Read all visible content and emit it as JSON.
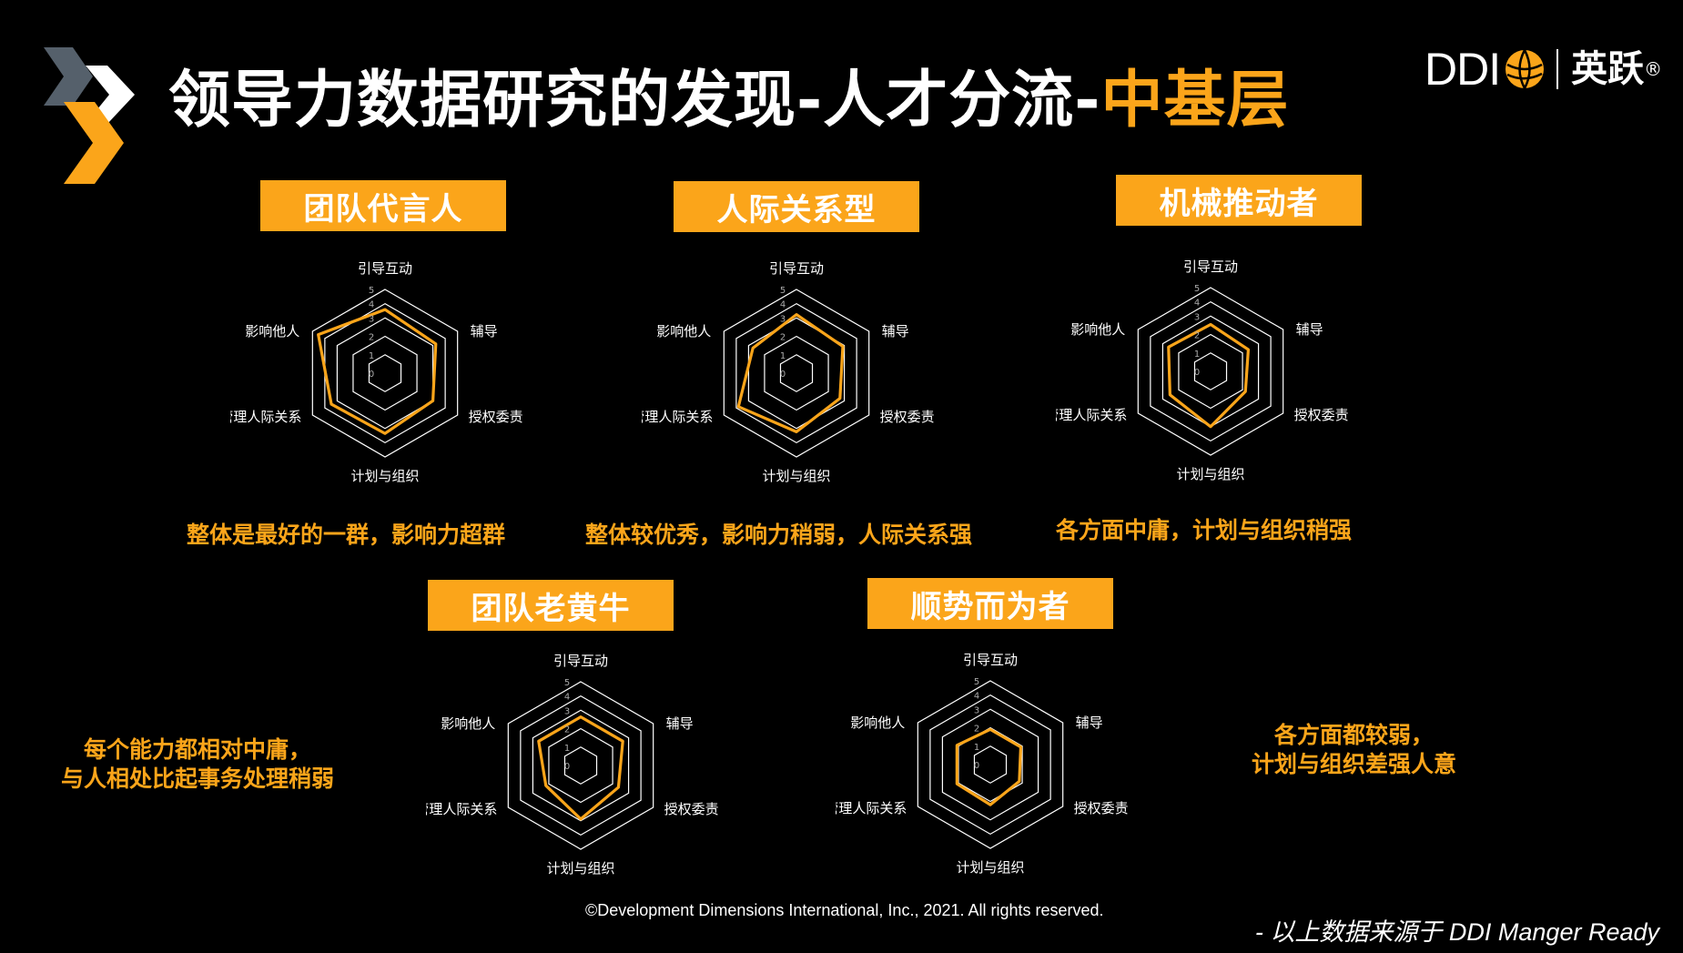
{
  "header": {
    "title": "领导力数据研究的发现-人才分流-",
    "title_highlight": "中基层",
    "brand_name": "DDI",
    "brand_cn": "英跃",
    "brand_reg": "®"
  },
  "colors": {
    "accent": "#FBA51A",
    "background": "#000000",
    "text": "#FFFFFF",
    "arrow_gray": "#55606B"
  },
  "icons": [
    "chevron-arrows-logo",
    "globe-icon"
  ],
  "profiles": [
    {
      "label": "团队代言人",
      "description": [
        "整体是最好的一群，影响力超群"
      ]
    },
    {
      "label": "人际关系型",
      "description": [
        "整体较优秀，影响力稍弱，人际关系强"
      ]
    },
    {
      "label": "机械推动者",
      "description": [
        "各方面中庸，计划与组织稍强"
      ]
    },
    {
      "label": "团队老黄牛",
      "description": [
        "每个能力都相对中庸，",
        "与人相处比起事务处理稍弱"
      ]
    },
    {
      "label": "顺势而为者",
      "description": [
        "各方面都较弱，",
        "计划与组织差强人意"
      ]
    }
  ],
  "chart_data": [
    {
      "type": "radar",
      "categories": [
        "引导互动",
        "辅导",
        "授权委责",
        "计划与组织",
        "管理人际关系",
        "影响他人"
      ],
      "ticks": [
        "0",
        "1",
        "2",
        "3",
        "4",
        "5"
      ],
      "range": [
        0,
        5
      ],
      "values": [
        3.8,
        3.5,
        3.3,
        3.6,
        3.7,
        4.6
      ]
    },
    {
      "type": "radar",
      "categories": [
        "引导互动",
        "辅导",
        "授权委责",
        "计划与组织",
        "管理人际关系",
        "影响他人"
      ],
      "ticks": [
        "0",
        "1",
        "2",
        "3",
        "4",
        "5"
      ],
      "range": [
        0,
        5
      ],
      "values": [
        3.5,
        3.2,
        3.0,
        3.5,
        4.0,
        3.0
      ]
    },
    {
      "type": "radar",
      "categories": [
        "引导互动",
        "辅导",
        "授权委责",
        "计划与组织",
        "管理人际关系",
        "影响他人"
      ],
      "ticks": [
        "0",
        "1",
        "2",
        "3",
        "4",
        "5"
      ],
      "range": [
        0,
        5
      ],
      "values": [
        2.8,
        2.6,
        2.4,
        3.3,
        2.8,
        2.9
      ]
    },
    {
      "type": "radar",
      "categories": [
        "引导互动",
        "辅导",
        "授权委责",
        "计划与组织",
        "管理人际关系",
        "影响他人"
      ],
      "ticks": [
        "0",
        "1",
        "2",
        "3",
        "4",
        "5"
      ],
      "range": [
        0,
        5
      ],
      "values": [
        2.9,
        2.9,
        2.6,
        3.2,
        2.4,
        2.9
      ]
    },
    {
      "type": "radar",
      "categories": [
        "引导互动",
        "辅导",
        "授权委责",
        "计划与组织",
        "管理人际关系",
        "影响他人"
      ],
      "ticks": [
        "0",
        "1",
        "2",
        "3",
        "4",
        "5"
      ],
      "range": [
        0,
        5
      ],
      "values": [
        2.1,
        2.1,
        2.0,
        2.4,
        2.3,
        2.3
      ]
    }
  ],
  "footer": {
    "copyright": "©Development Dimensions International, Inc., 2021. All rights reserved.",
    "source": "- 以上数据来源于 DDI Manger Ready"
  }
}
